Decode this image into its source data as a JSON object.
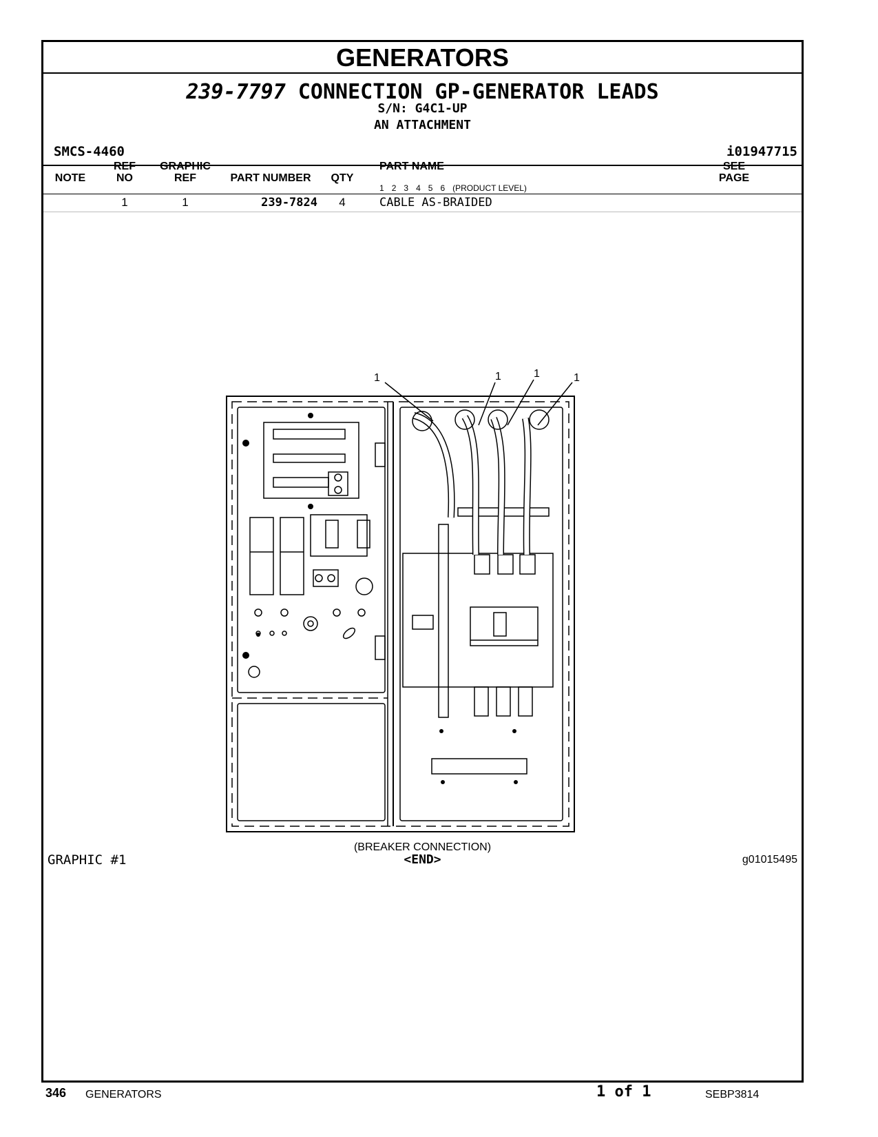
{
  "section_title": "GENERATORS",
  "header": {
    "part_number": "239-7797",
    "title": "CONNECTION GP-GENERATOR LEADS",
    "serial": "S/N: G4C1-UP",
    "attachment": "AN ATTACHMENT",
    "smcs": "SMCS-4460",
    "info_id": "i01947715"
  },
  "columns": {
    "note": "NOTE",
    "ref_no_top": "REF",
    "ref_no_bottom": "NO",
    "graphic_ref_top": "GRAPHIC",
    "graphic_ref_bottom": "REF",
    "part_number": "PART NUMBER",
    "qty": "QTY",
    "part_name": "PART NAME",
    "product_levels": [
      "1",
      "2",
      "3",
      "4",
      "5",
      "6"
    ],
    "product_level_label": "(PRODUCT LEVEL)",
    "see_page_top": "SEE",
    "see_page_bottom": "PAGE"
  },
  "parts": [
    {
      "ref_no": "1",
      "graphic_ref": "1",
      "part_number": "239-7824",
      "qty": "4",
      "part_name": "CABLE AS-BRAIDED"
    }
  ],
  "graphic": {
    "callouts": [
      "1",
      "1",
      "1",
      "1"
    ],
    "caption": "(BREAKER CONNECTION)",
    "label": "GRAPHIC #1",
    "end_marker": "<END>",
    "graphic_id": "g01015495"
  },
  "footer": {
    "page_number": "346",
    "section": "GENERATORS",
    "page_of": "1 of 1",
    "publication": "SEBP3814"
  }
}
